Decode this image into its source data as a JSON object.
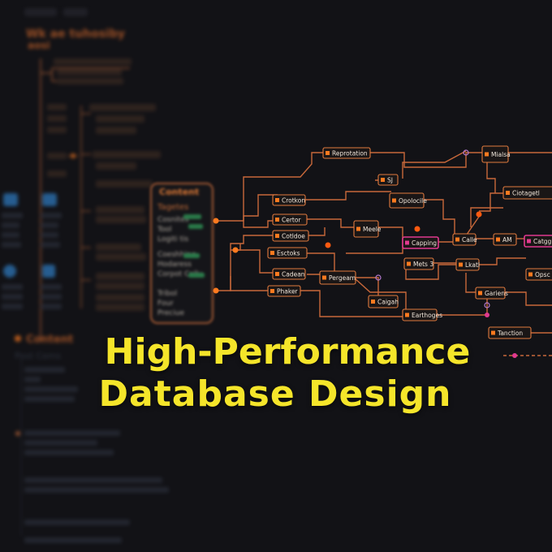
{
  "title": {
    "line1": "High-Performance",
    "line2": "Database Design"
  },
  "colors": {
    "background": "#121216",
    "title": "#f5e52a",
    "node_border": "#e07a3e",
    "node_text": "#f0e6da",
    "accent": "#ff7a1f",
    "highlight": "#e0398f",
    "line": "#c8683a"
  },
  "left_panel": {
    "header": "Content",
    "items": [
      "Content",
      "Tagetes",
      "Cosnites",
      "Tool",
      "Logiti tis",
      "Coeshhing",
      "Hodaress",
      "Corpot Cally",
      "Tribol",
      "Four",
      "Preciue"
    ]
  },
  "lower_panel": {
    "header": "Content",
    "subheader": "Post Cems"
  },
  "top_left_panel": {
    "header": "Wk ae tuhosiby",
    "subheader": "aosi"
  },
  "nodes": [
    {
      "id": "n1",
      "label": "Reprotation"
    },
    {
      "id": "n2",
      "label": "SJ"
    },
    {
      "id": "n3",
      "label": "Mialsa"
    },
    {
      "id": "n4",
      "label": "Crotkon"
    },
    {
      "id": "n5",
      "label": "Opolocile"
    },
    {
      "id": "n6",
      "label": "Ciotagetl"
    },
    {
      "id": "n7",
      "label": "Certor"
    },
    {
      "id": "n8",
      "label": "Meele"
    },
    {
      "id": "n9",
      "label": "Cotldoe"
    },
    {
      "id": "n10",
      "label": "Capping"
    },
    {
      "id": "n11",
      "label": "Calle"
    },
    {
      "id": "n12",
      "label": "AM"
    },
    {
      "id": "n13",
      "label": "Catgg"
    },
    {
      "id": "n14",
      "label": "Esctoks"
    },
    {
      "id": "n15",
      "label": "Mets 3"
    },
    {
      "id": "n16",
      "label": "Lkatl"
    },
    {
      "id": "n17",
      "label": "Cadean"
    },
    {
      "id": "n18",
      "label": "Pergeam"
    },
    {
      "id": "n19",
      "label": "Opsc"
    },
    {
      "id": "n20",
      "label": "Phaker"
    },
    {
      "id": "n21",
      "label": "Gariens"
    },
    {
      "id": "n22",
      "label": "Caigah"
    },
    {
      "id": "n23",
      "label": "Earthoges"
    },
    {
      "id": "n24",
      "label": "Tanction"
    }
  ]
}
